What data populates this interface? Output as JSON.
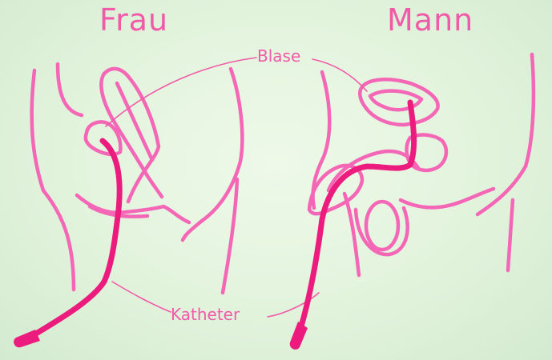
{
  "headings": {
    "female": "Frau",
    "male": "Mann"
  },
  "labels": {
    "bladder": "Blase",
    "catheter": "Katheter"
  },
  "colors": {
    "background": "#e2f3dc",
    "anatomy_outline": "#f466b6",
    "catheter": "#ec1b7e",
    "text": "#f05aa9"
  }
}
